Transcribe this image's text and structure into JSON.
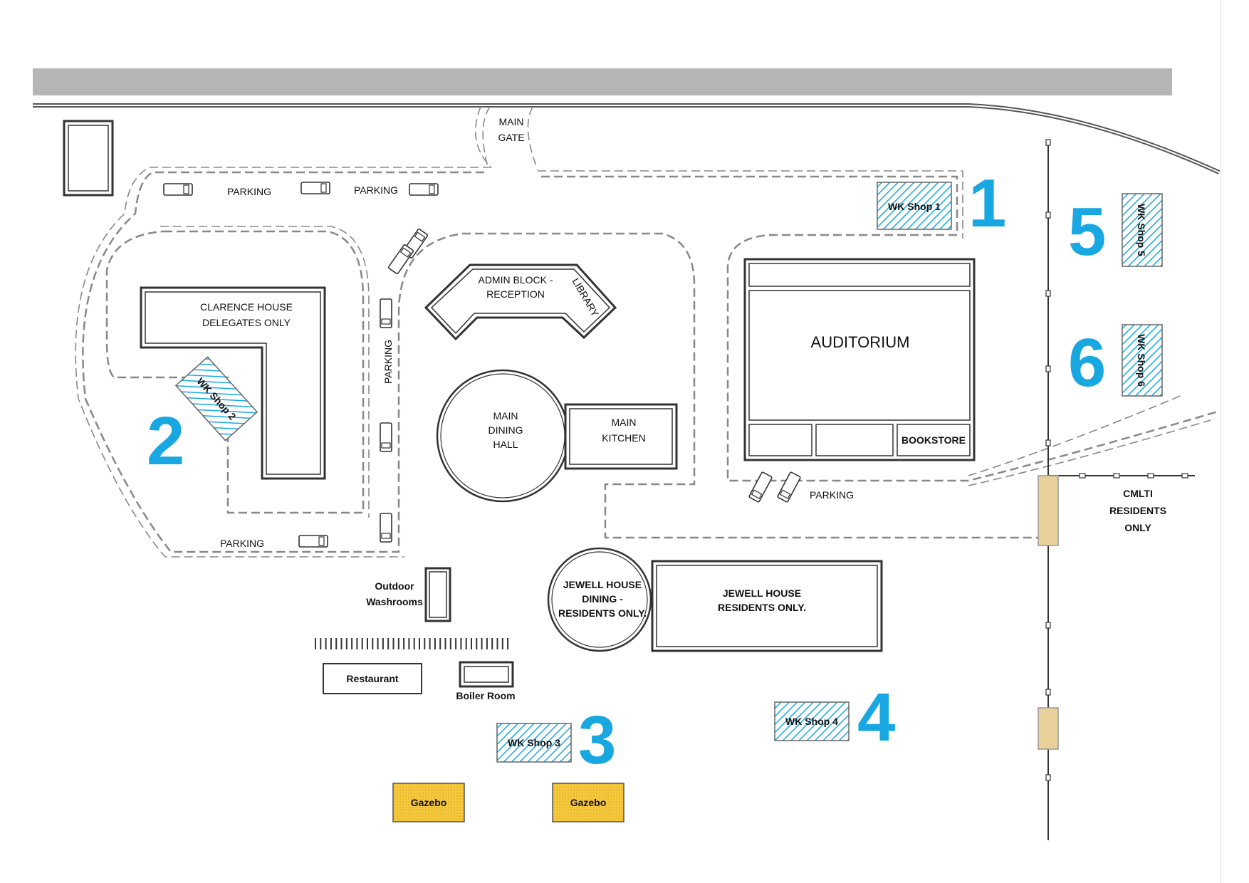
{
  "gate": {
    "line1": "MAIN",
    "line2": "GATE"
  },
  "parking": {
    "label_top_left": "PARKING",
    "label_top_mid": "PARKING",
    "label_vertical": "PARKING",
    "label_bottom": "PARKING",
    "label_auditorium": "PARKING"
  },
  "buildings": {
    "clarence_line1": "CLARENCE HOUSE",
    "clarence_line2": "DELEGATES ONLY",
    "admin_line1": "ADMIN BLOCK -",
    "admin_line2": "RECEPTION",
    "library": "LIBRARY",
    "dining_line1": "MAIN",
    "dining_line2": "DINING",
    "dining_line3": "HALL",
    "kitchen_line1": "MAIN",
    "kitchen_line2": "KITCHEN",
    "auditorium": "AUDITORIUM",
    "bookstore": "BOOKSTORE",
    "jewell_dining_line1": "JEWELL HOUSE",
    "jewell_dining_line2": "DINING -",
    "jewell_dining_line3": "RESIDENTS ONLY.",
    "jewell_house_line1": "JEWELL HOUSE",
    "jewell_house_line2": "RESIDENTS ONLY.",
    "washrooms_line1": "Outdoor",
    "washrooms_line2": "Washrooms",
    "restaurant": "Restaurant",
    "boiler_room": "Boiler Room",
    "gazebo_1": "Gazebo",
    "gazebo_2": "Gazebo"
  },
  "cmlti": {
    "line1": "CMLTI",
    "line2": "RESIDENTS",
    "line3": "ONLY"
  },
  "workshops": [
    {
      "label": "WK Shop 1",
      "number": "1"
    },
    {
      "label": "WK Shop 2",
      "number": "2"
    },
    {
      "label": "WK Shop 3",
      "number": "3"
    },
    {
      "label": "WK Shop 4",
      "number": "4"
    },
    {
      "label": "WK Shop 5",
      "number": "5"
    },
    {
      "label": "WK Shop 6",
      "number": "6"
    }
  ],
  "colors": {
    "workshop_accent": "#18a7e0",
    "gazebo_fill": "#f5c842",
    "gate_fill": "#e8d19a",
    "road_gray": "#b5b5b5"
  },
  "icons": {
    "car": "car-icon",
    "fence": "fence-icon"
  }
}
